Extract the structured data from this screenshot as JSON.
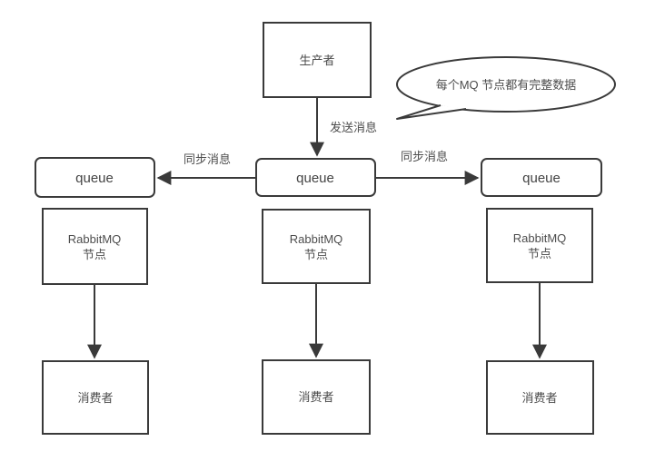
{
  "diagram": {
    "producer_label": "生产者",
    "bubble_text": "每个MQ 节点都有完整数据",
    "edges": {
      "send_label": "发送消息",
      "sync_left_label": "同步消息",
      "sync_right_label": "同步消息"
    },
    "columns": [
      {
        "queue_label": "queue",
        "node_line1": "RabbitMQ",
        "node_line2": "节点",
        "consumer_label": "消费者"
      },
      {
        "queue_label": "queue",
        "node_line1": "RabbitMQ",
        "node_line2": "节点",
        "consumer_label": "消费者"
      },
      {
        "queue_label": "queue",
        "node_line1": "RabbitMQ",
        "node_line2": "节点",
        "consumer_label": "消费者"
      }
    ],
    "colors": {
      "line": "#3a3a3a",
      "text": "#4d4d4d",
      "background": "#ffffff"
    }
  }
}
